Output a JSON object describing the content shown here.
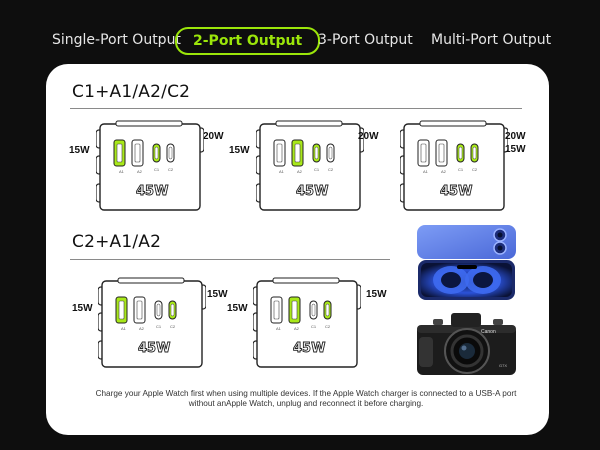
{
  "tabs": [
    {
      "label": "Single-Port Output",
      "active": false
    },
    {
      "label": "2-Port Output",
      "active": true
    },
    {
      "label": "3-Port Output",
      "active": false
    },
    {
      "label": "Multi-Port Output",
      "active": false
    }
  ],
  "colors": {
    "accent": "#9be60a",
    "port_active": "#a8e81a",
    "background": "#0e0e0e",
    "card": "#ffffff"
  },
  "sections": {
    "section1_title": "C1+A1/A2/C2",
    "section2_title": "C2+A1/A2"
  },
  "charger": {
    "wattage": "45W",
    "port_labels": {
      "a1": "A1",
      "a2": "A2",
      "c1": "C1",
      "c2": "C2"
    }
  },
  "configs": {
    "c1": {
      "left": "15W",
      "right": "20W"
    },
    "c2": {
      "left": "15W",
      "right": "20W"
    },
    "c3": {
      "right_top": "20W",
      "right_bottom": "15W"
    },
    "c4": {
      "left": "15W",
      "right": "15W"
    },
    "c5": {
      "left": "15W",
      "right": "15W"
    }
  },
  "photos": {
    "phone": "phone-photo",
    "camera": "camera-photo",
    "camera_brand": "Canon",
    "camera_model": "G7X"
  },
  "footer": {
    "note": "Charge your Apple Watch first when using multiple devices. If the Apple Watch charger is connected to a USB-A port without anApple Watch, unplug and reconnect it before charging."
  }
}
